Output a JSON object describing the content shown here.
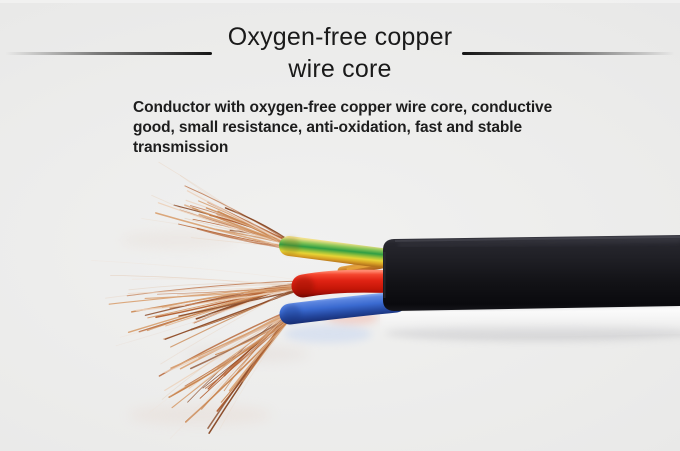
{
  "header": {
    "title_line1": "Oxygen-free copper",
    "title_line2": "wire core"
  },
  "description": {
    "line1": "Conductor with oxygen-free copper wire core, conductive",
    "line2": "good, small resistance, anti-oxidation, fast and stable",
    "line3": "transmission"
  },
  "illustration": {
    "label": "black 3-core cable with stripped copper wire ends",
    "colors": {
      "background": "#ebebea",
      "divider": "#1a1a1a",
      "text": "#1d1d1d",
      "jacket_mid": "#1f1f25",
      "jacket_dark": "#121216",
      "wire_red": "#e02314",
      "wire_red_dark": "#a80f06",
      "wire_blue": "#3a6ad0",
      "wire_blue_dark": "#24479e",
      "wire_green": "#2f9e44",
      "wire_yellow": "#e8d435",
      "wire_amber": "#cc7a1e",
      "copper_dark": "#8a4a28",
      "copper_mid": "#b66537",
      "copper_light": "#d9a274",
      "copper_pale": "#ecd2bc",
      "platform": "#f6f6f6"
    }
  }
}
